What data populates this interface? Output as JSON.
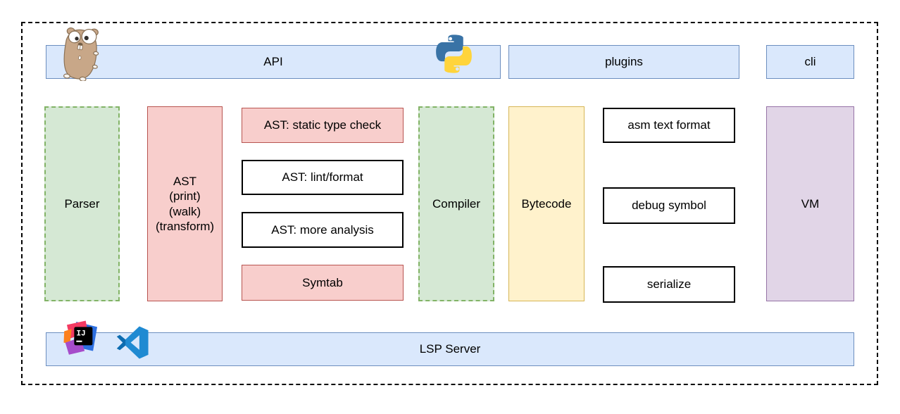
{
  "nodes": {
    "api": "API",
    "plugins": "plugins",
    "cli": "cli",
    "parser": "Parser",
    "ast": "AST\n(print)\n(walk)\n(transform)",
    "ast_static_type_check": "AST: static type check",
    "ast_lint_format": "AST: lint/format",
    "ast_more_analysis": "AST: more analysis",
    "symtab": "Symtab",
    "compiler": "Compiler",
    "bytecode": "Bytecode",
    "asm_text_format": "asm text format",
    "debug_symbol": "debug symbol",
    "serialize": "serialize",
    "vm": "VM",
    "lsp_server": "LSP Server"
  },
  "icons": {
    "go_gopher": "go-gopher-icon",
    "python": "python-icon",
    "intellij_idea": "intellij-idea-icon",
    "vscode": "vscode-icon"
  },
  "colors": {
    "blue_fill": "#dae8fc",
    "blue_stroke": "#6c8ebf",
    "green_fill": "#d5e8d4",
    "green_stroke": "#82b366",
    "pink_fill": "#f8cecc",
    "pink_stroke": "#b85450",
    "yellow_fill": "#fff2cc",
    "yellow_stroke": "#d6b656",
    "purple_fill": "#e1d5e7",
    "purple_stroke": "#9673a6",
    "plain_fill": "#ffffff",
    "plain_stroke": "#000000",
    "outer_border": "#000000"
  }
}
